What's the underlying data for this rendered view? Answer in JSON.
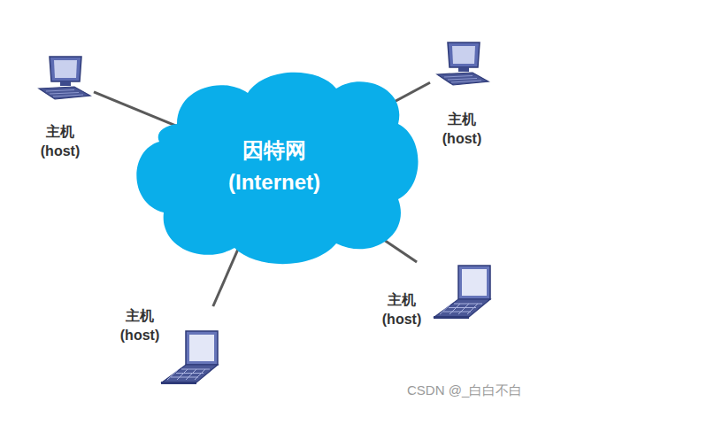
{
  "diagram": {
    "nodes": [
      {
        "text": [
          "因特网 (Internet)"
        ]
      },
      {
        "text": [
          "主机 (host)"
        ]
      },
      {
        "text": [
          "主机 (host)"
        ]
      },
      {
        "text": [
          "主机 (host)"
        ]
      },
      {
        "text": [
          "主机 (host)"
        ]
      }
    ],
    "edges": [
      {
        "from": 0,
        "to": 1,
        "arrow": "none"
      },
      {
        "from": 0,
        "to": 2,
        "arrow": "none"
      },
      {
        "from": 0,
        "to": 3,
        "arrow": "none"
      },
      {
        "from": 0,
        "to": 4,
        "arrow": "none"
      }
    ],
    "labels": [
      "CSDN @_白白不白"
    ]
  }
}
